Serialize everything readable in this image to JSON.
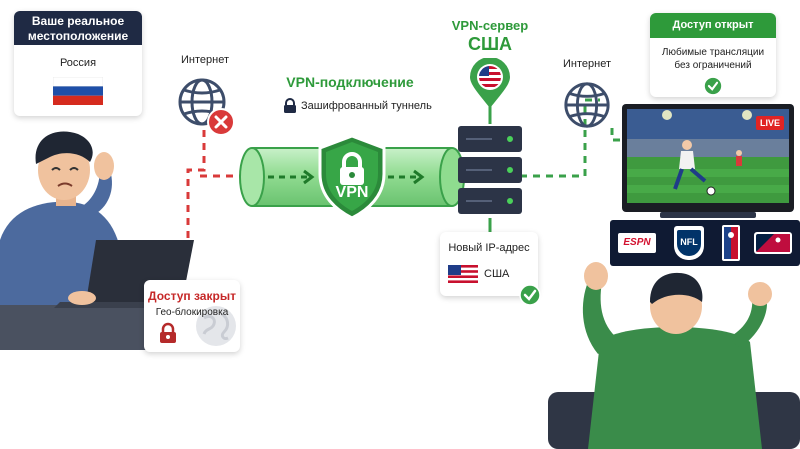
{
  "location_card": {
    "title": "Ваше реальное местоположение",
    "country": "Россия"
  },
  "internet_left": {
    "label": "Интернет"
  },
  "internet_right": {
    "label": "Интернет"
  },
  "vpn_connection": {
    "title": "VPN-подключение",
    "tunnel_label": "Зашифрованный туннель"
  },
  "vpn_shield": {
    "label": "VPN"
  },
  "vpn_server": {
    "title": "VPN-сервер",
    "country": "США"
  },
  "new_ip_card": {
    "title": "Новый IP-адрес",
    "country": "США"
  },
  "access_closed": {
    "title": "Доступ закрыт",
    "subtitle": "Гео-блокировка"
  },
  "access_open": {
    "title": "Доступ открыт",
    "text": "Любимые трансляции без ограничений"
  },
  "tv": {
    "badge": "LIVE"
  },
  "sports_logos": [
    {
      "name": "espn-logo",
      "text": "ESPN"
    },
    {
      "name": "nfl-logo",
      "text": "NFL"
    },
    {
      "name": "nba-logo",
      "text": ""
    },
    {
      "name": "mlb-logo",
      "text": ""
    }
  ],
  "colors": {
    "green": "#2e9a3a",
    "red": "#d93a3a",
    "navy": "#1f2a44",
    "darkred": "#b52a2a"
  },
  "icons": [
    "globe-icon",
    "error-x-icon",
    "lock-icon",
    "shield-icon",
    "server-icon",
    "map-pin-icon",
    "check-icon",
    "flag-russia-icon",
    "flag-usa-icon"
  ]
}
